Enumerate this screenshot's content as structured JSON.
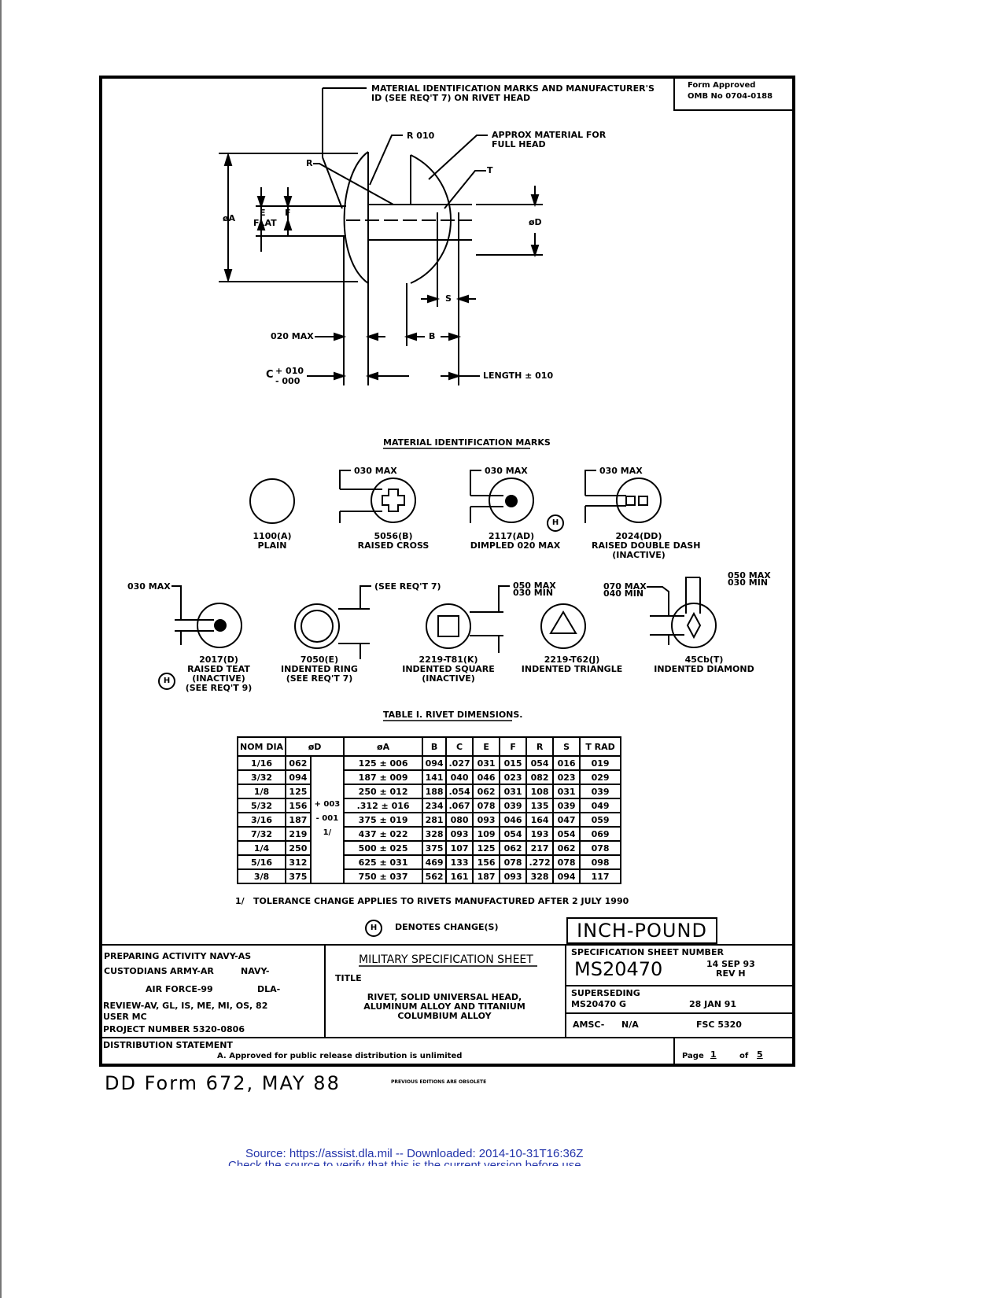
{
  "form_approval": {
    "line1": "Form Approved",
    "line2": "OMB No 0704-0188"
  },
  "drawing": {
    "material_id_note": "MATERIAL IDENTIFICATION MARKS AND MANUFACTURER'S\nID (SEE REQ'T 7) ON RIVET HEAD",
    "r010": "R 010",
    "approx_material": "APPROX MATERIAL FOR\nFULL HEAD",
    "r": "R",
    "t": "T",
    "dia_a": "øA",
    "e": "E",
    "f": "F",
    "flat": "FLAT",
    "dia_d": "øD",
    "s": "S",
    "max020": "020 MAX",
    "b": "B",
    "c_label": "C",
    "c_tol_plus": "+ 010",
    "c_tol_minus": "- 000",
    "length": "LENGTH ± 010"
  },
  "marks": {
    "heading": "MATERIAL IDENTIFICATION MARKS",
    "max030": "030 MAX",
    "see_req7": "(SEE REQ'T 7)",
    "max050_min030_a": "050 MAX\n030 MIN",
    "max070_min040": "070 MAX\n040 MIN",
    "max050_min030_b": "050 MAX\n030 MIN",
    "change_symbol": "H",
    "items": [
      {
        "code": "1100(A)",
        "desc": "PLAIN"
      },
      {
        "code": "5056(B)",
        "desc": "RAISED CROSS"
      },
      {
        "code": "2117(AD)",
        "desc": "DIMPLED 020 MAX"
      },
      {
        "code": "2024(DD)",
        "desc": "RAISED DOUBLE DASH\n(INACTIVE)"
      },
      {
        "code": "2017(D)",
        "desc": "RAISED TEAT\n(INACTIVE)\n(SEE REQ'T 9)"
      },
      {
        "code": "7050(E)",
        "desc": "INDENTED RING\n(SEE REQ'T 7)"
      },
      {
        "code": "2219-T81(K)",
        "desc": "INDENTED SQUARE\n(INACTIVE)"
      },
      {
        "code": "2219-T62(J)",
        "desc": "INDENTED TRIANGLE"
      },
      {
        "code": "45Cb(T)",
        "desc": "INDENTED DIAMOND"
      }
    ]
  },
  "table": {
    "title": "TABLE I. RIVET DIMENSIONS.",
    "headers": [
      "NOM DIA",
      "øD",
      "øA",
      "B",
      "C",
      "E",
      "F",
      "R",
      "S",
      "T RAD"
    ],
    "d_tol_plus": "+ 003",
    "d_tol_minus": "- 001",
    "d_tol_note": "1/",
    "rows": [
      [
        "1/16",
        "062",
        "125 ± 006",
        "094",
        ".027",
        "031",
        "015",
        "054",
        "016",
        "019"
      ],
      [
        "3/32",
        "094",
        "187 ± 009",
        "141",
        "040",
        "046",
        "023",
        "082",
        "023",
        "029"
      ],
      [
        "1/8",
        "125",
        "250 ± 012",
        "188",
        ".054",
        "062",
        "031",
        "108",
        "031",
        "039"
      ],
      [
        "5/32",
        "156",
        ".312 ± 016",
        "234",
        ".067",
        "078",
        "039",
        "135",
        "039",
        "049"
      ],
      [
        "3/16",
        "187",
        "375 ± 019",
        "281",
        "080",
        "093",
        "046",
        "164",
        "047",
        "059"
      ],
      [
        "7/32",
        "219",
        "437 ± 022",
        "328",
        "093",
        "109",
        "054",
        "193",
        "054",
        "069"
      ],
      [
        "1/4",
        "250",
        "500 ± 025",
        "375",
        "107",
        "125",
        "062",
        "217",
        "062",
        "078"
      ],
      [
        "5/16",
        "312",
        "625 ± 031",
        "469",
        "133",
        "156",
        "078",
        ".272",
        "078",
        "098"
      ],
      [
        "3/8",
        "375",
        "750 ± 037",
        "562",
        "161",
        "187",
        "093",
        "328",
        "094",
        "117"
      ]
    ],
    "footnote_mark": "1/",
    "footnote": "TOLERANCE CHANGE APPLIES TO RIVETS MANUFACTURED AFTER 2 JULY 1990"
  },
  "legend": {
    "symbol": "H",
    "text": "DENOTES CHANGE(S)"
  },
  "inch_pound": "INCH-POUND",
  "title_block": {
    "preparing_activity": "PREPARING ACTIVITY NAVY-AS",
    "custodians": "CUSTODIANS",
    "army": "ARMY-AR",
    "navy": "NAVY-",
    "air_force": "AIR FORCE-99",
    "dla": "DLA-",
    "review": "REVIEW-AV, GL, IS, ME, MI, OS, 82",
    "user": "USER MC",
    "project": "PROJECT NUMBER 5320-0806",
    "sheet_type": "MILITARY SPECIFICATION SHEET",
    "title_label": "TITLE",
    "title": "RIVET, SOLID UNIVERSAL HEAD,\nALUMINUM ALLOY AND TITANIUM\nCOLUMBIUM ALLOY",
    "spec_sheet_label": "SPECIFICATION SHEET NUMBER",
    "spec_number": "MS20470",
    "spec_date": "14 SEP 93",
    "rev": "REV H",
    "superseding_label": "SUPERSEDING",
    "superseding": "MS20470 G",
    "superseding_date": "28 JAN 91",
    "amsc": "AMSC-",
    "amsc_value": "N/A",
    "fsc": "FSC 5320",
    "distribution_label": "DISTRIBUTION STATEMENT",
    "distribution": "A. Approved for public release distribution is unlimited",
    "page_label": "Page",
    "page": "1",
    "of": "of",
    "total_pages": "5"
  },
  "footer": {
    "dd_form": "DD Form 672, MAY 88",
    "obsolete": "PREVIOUS EDITIONS ARE OBSOLETE",
    "source": "Source: https://assist.dla.mil -- Downloaded: 2014-10-31T16:36Z",
    "check": "Check the source to verify that this is the current version before use."
  }
}
